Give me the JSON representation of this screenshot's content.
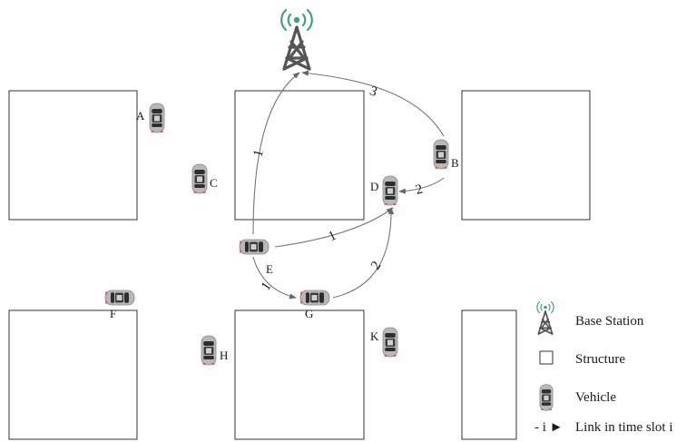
{
  "vehicles": [
    {
      "id": "A",
      "label": "A"
    },
    {
      "id": "B",
      "label": "B"
    },
    {
      "id": "C",
      "label": "C"
    },
    {
      "id": "D",
      "label": "D"
    },
    {
      "id": "E",
      "label": "E"
    },
    {
      "id": "F",
      "label": "F"
    },
    {
      "id": "G",
      "label": "G"
    },
    {
      "id": "H",
      "label": "H"
    },
    {
      "id": "K",
      "label": "K"
    }
  ],
  "links": [
    {
      "from": "E",
      "to": "Base Station",
      "slot": "1"
    },
    {
      "from": "B",
      "to": "Base Station",
      "slot": "3"
    },
    {
      "from": "B",
      "to": "D",
      "slot": "2"
    },
    {
      "from": "E",
      "to": "D",
      "slot": "1"
    },
    {
      "from": "E",
      "to": "G",
      "slot": "1"
    },
    {
      "from": "G",
      "to": "D",
      "slot": "2"
    }
  ],
  "legend": {
    "base_station": "Base Station",
    "structure": "Structure",
    "vehicle": "Vehicle",
    "link_symbol": "- i ►",
    "link": "Link in time slot i"
  },
  "colors": {
    "tower": "#555555",
    "signal": "#3f9f86",
    "car_body": "#b8b8b8",
    "car_glass": "#2e2e2e",
    "tail_light": "#d9534f"
  }
}
